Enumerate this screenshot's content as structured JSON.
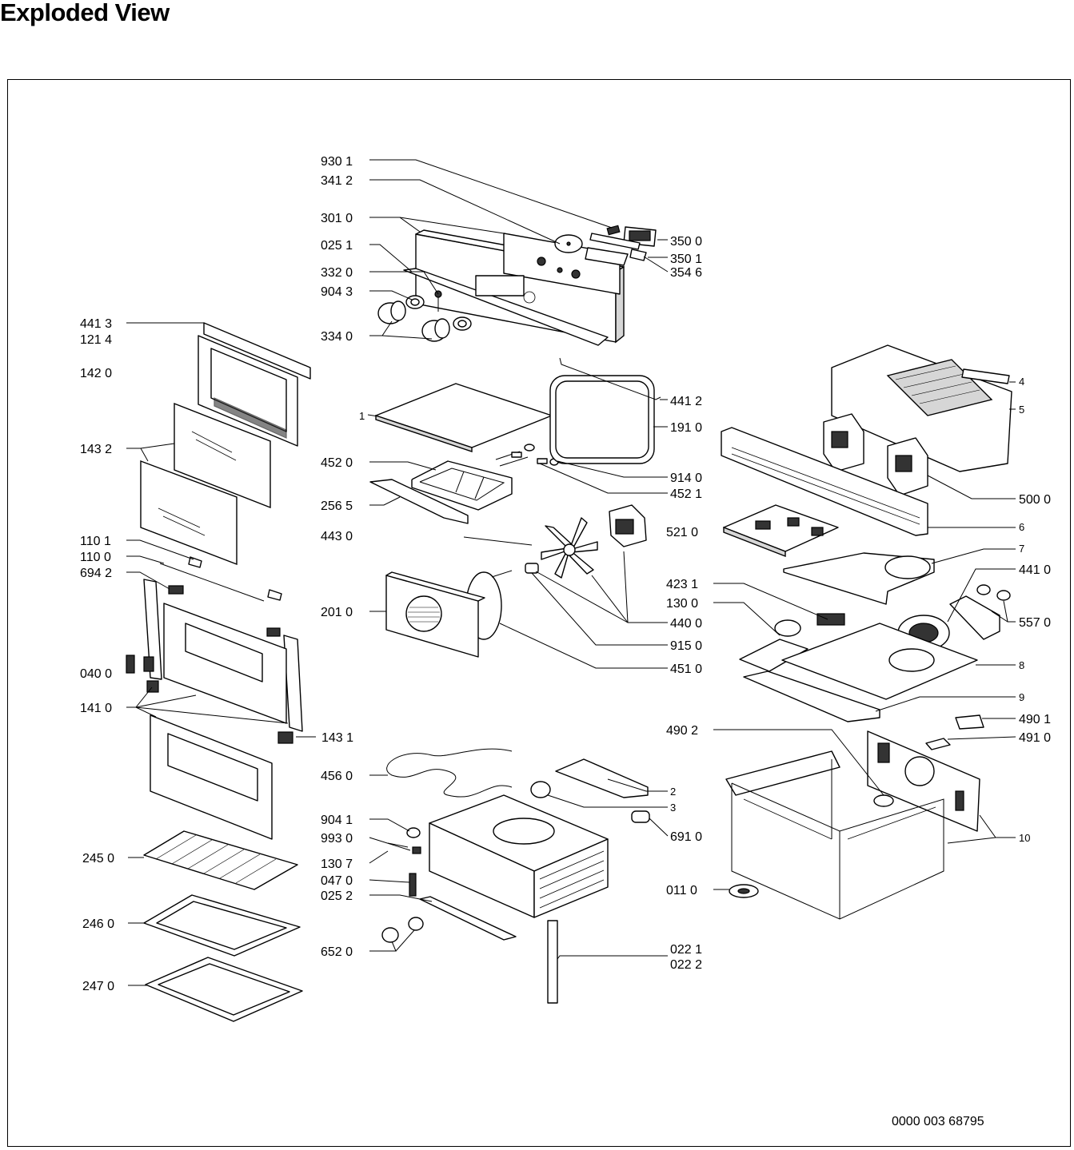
{
  "title": "Exploded View",
  "doc_number": "0000 003 68795",
  "callouts": [
    "930 1",
    "341 2",
    "301 0",
    "025 1",
    "332 0",
    "904 3",
    "334 0",
    "350 0",
    "350 1",
    "354 6",
    "441 3",
    "121 4",
    "142 0",
    "143 2",
    "110 1",
    "110 0",
    "694 2",
    "040 0",
    "141 0",
    "143 1",
    "245 0",
    "246 0",
    "247 0",
    "1",
    "452 0",
    "256 5",
    "443 0",
    "201 0",
    "441 2",
    "191 0",
    "914 0",
    "452 1",
    "521 0",
    "423 1",
    "130 0",
    "440 0",
    "915 0",
    "451 0",
    "4",
    "5",
    "500 0",
    "6",
    "7",
    "441 0",
    "557 0",
    "8",
    "9",
    "490 2",
    "490 1",
    "491 0",
    "456 0",
    "2",
    "3",
    "904 1",
    "993 0",
    "130 7",
    "047 0",
    "025 2",
    "652 0",
    "691 0",
    "022 1",
    "022 2",
    "011 0",
    "10"
  ]
}
